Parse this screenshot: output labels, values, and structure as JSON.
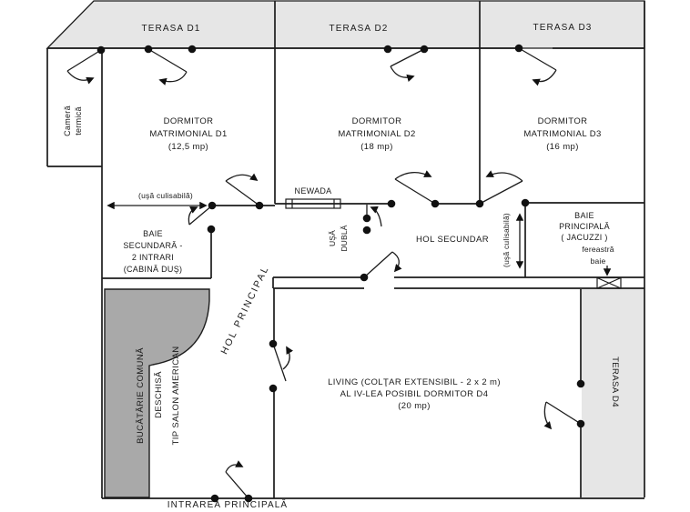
{
  "colors": {
    "terrace_fill": "#e6e6e6",
    "counter_fill": "#a9a9a9",
    "wall": "#1c1c1c",
    "background": "#ffffff"
  },
  "terraces": {
    "d1": "TERASA D1",
    "d2": "TERASA D2",
    "d3": "TERASA D3",
    "d4": "TERASA D4"
  },
  "rooms": {
    "camera_termica": {
      "lines": [
        "Cameră",
        "termică"
      ]
    },
    "dormitor_d1": {
      "lines": [
        "DORMITOR",
        "MATRIMONIAL D1",
        "(12,5 mp)"
      ]
    },
    "dormitor_d2": {
      "lines": [
        "DORMITOR",
        "MATRIMONIAL D2",
        "(18 mp)"
      ]
    },
    "dormitor_d3": {
      "lines": [
        "DORMITOR",
        "MATRIMONIAL D3",
        "(16 mp)"
      ]
    },
    "baie_secundara": {
      "lines": [
        "BAIE",
        "SECUNDARĂ -",
        "2 INTRARI",
        "(CABINĂ DUŞ)"
      ]
    },
    "baie_principala": {
      "lines": [
        "BAIE",
        "PRINCIPALĂ",
        "( JACUZZI )"
      ],
      "window_note": [
        "fereastră",
        "baie"
      ]
    },
    "hol_principal": {
      "label": "HOL PRINCIPAL"
    },
    "hol_secundar": {
      "label": "HOL SECUNDAR"
    },
    "living": {
      "lines": [
        "LIVING (COLŢAR EXTENSIBIL - 2 x 2 m)",
        "AL IV-LEA POSIBIL DORMITOR D4",
        "(20 mp)"
      ]
    },
    "bucatarie": {
      "lines": [
        "BUCĂTĂRIE COMUNĂ",
        "DESCHISĂ",
        "TIP SALON AMERICAN"
      ]
    }
  },
  "annotations": {
    "sliding_door_1": "(uşă culisabilă)",
    "sliding_door_2": "(uşă culisabilă)",
    "double_door": [
      "UŞĂ",
      "DUBLĂ"
    ],
    "radiator_brand": "NEWADA",
    "main_entrance": "INTRAREA PRINCIPALĂ"
  }
}
